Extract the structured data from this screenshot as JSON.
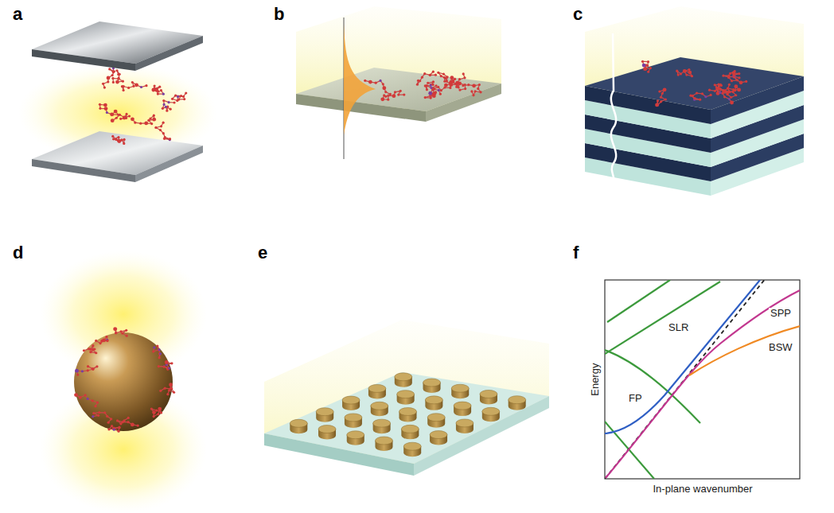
{
  "diagram": {
    "labels": [
      "a",
      "b",
      "c",
      "d",
      "e",
      "f",
      "SLR",
      "FP",
      "SPP",
      "BSW",
      "Energy",
      "In-plane wavenumber"
    ]
  }
}
